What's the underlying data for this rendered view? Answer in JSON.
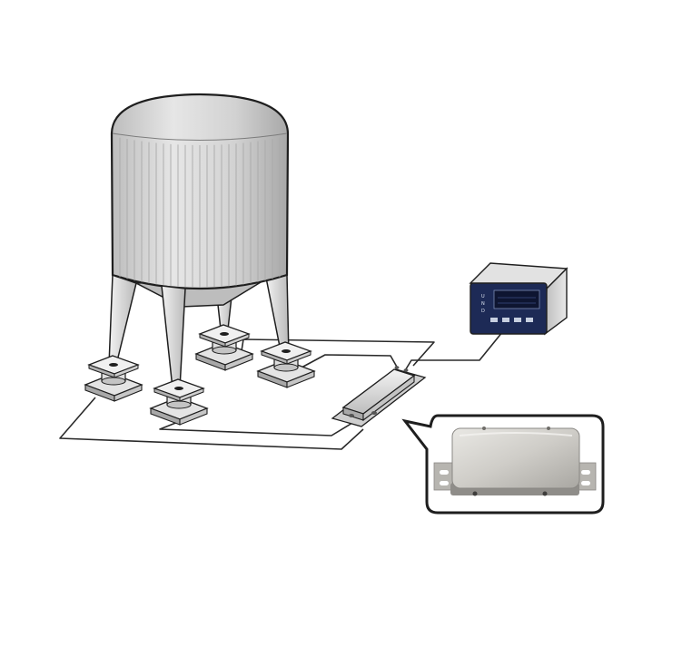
{
  "indicator": {
    "side_labels": [
      "U",
      "N",
      "D"
    ]
  },
  "colors": {
    "outline": "#1e1e1e",
    "tank_body": "#d8d8d8",
    "tank_stripe": "#a9a9a9",
    "metal_light": "#ececec",
    "metal_dark": "#9a9a9a",
    "indicator_panel": "#1d2a56",
    "cable": "#2a2a2a",
    "background": "#ffffff"
  },
  "icons": [
    "silo-tank-icon",
    "load-cell-module-icon",
    "junction-box-icon",
    "weighing-indicator-icon"
  ]
}
